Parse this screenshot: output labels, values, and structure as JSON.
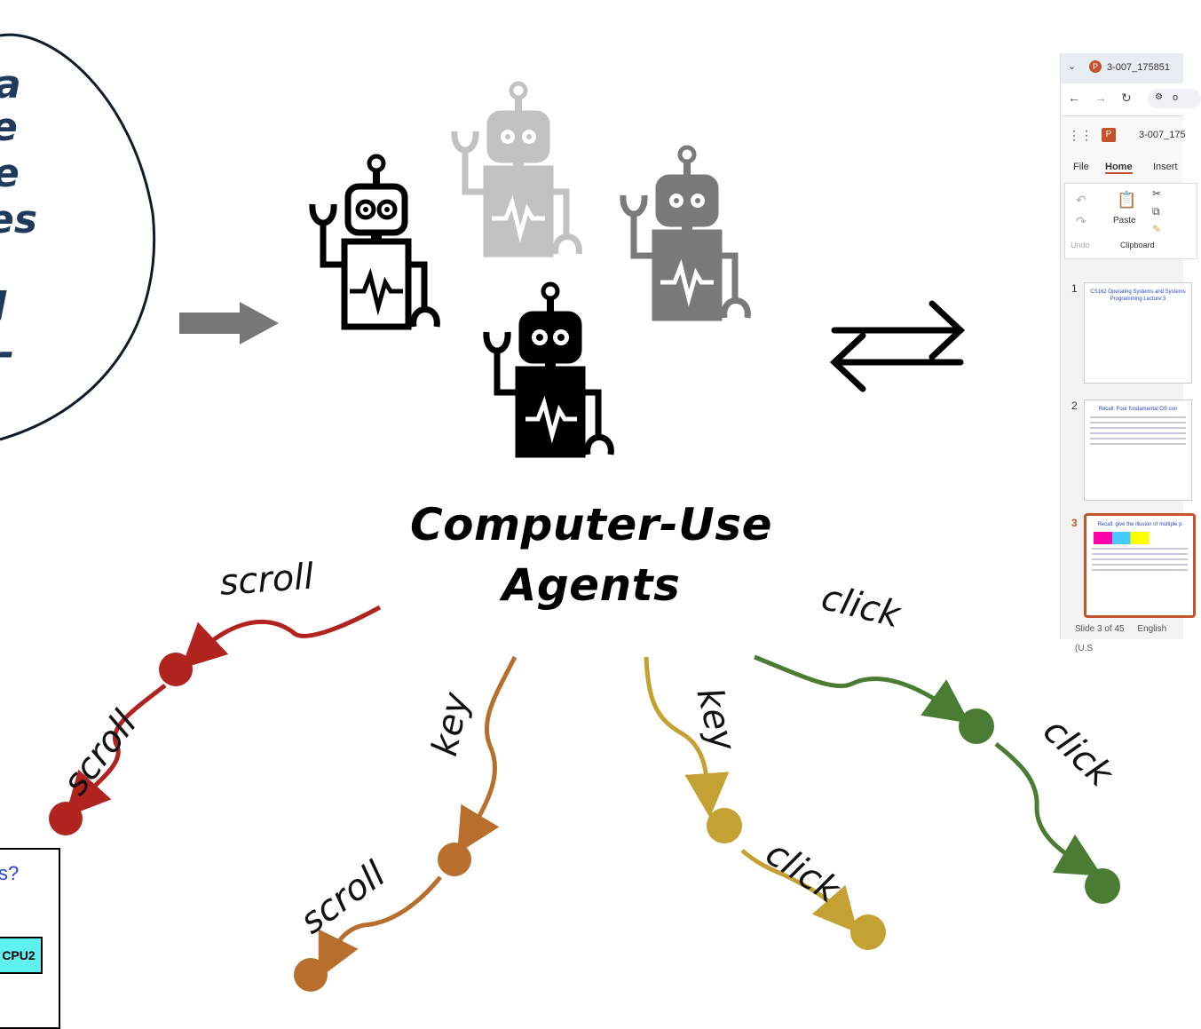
{
  "title": {
    "line1": "Computer-Use",
    "line2": "Agents"
  },
  "speech_bubble": {
    "fragments": [
      "a",
      "e",
      "e",
      "es",
      "l",
      "-"
    ]
  },
  "actions": {
    "red_top": "scroll",
    "red_side": "scroll",
    "orange_key": "key",
    "orange_scroll": "scroll",
    "yellow_key": "key",
    "yellow_click": "click",
    "green_top": "click",
    "green_side": "click"
  },
  "colors": {
    "red": "#b0231f",
    "orange": "#b86e2c",
    "yellow": "#c4a133",
    "green": "#4a7c34",
    "arrow_gray": "#777777",
    "bubble_text": "#1f3a5c"
  },
  "ppt": {
    "tab_title": "3-007_175851",
    "address_start": "o",
    "app_title": "3-007_175",
    "menus": {
      "file": "File",
      "home": "Home",
      "insert": "Insert"
    },
    "ribbon": {
      "paste": "Paste",
      "clipboard": "Clipboard",
      "undo": "Undo"
    },
    "slides": [
      {
        "num": "1",
        "text": "CS162 Operating Systems and Systems Programming Lecture 3"
      },
      {
        "num": "2",
        "text": "Recall: Four fundamental OS con"
      },
      {
        "num": "3",
        "text": "Recall: give the illusion of multiple p"
      }
    ],
    "status_slide": "Slide 3 of 45",
    "status_lang": "English (U.S"
  },
  "bottom_box": {
    "q": "s?",
    "cpu": "CPU2"
  }
}
